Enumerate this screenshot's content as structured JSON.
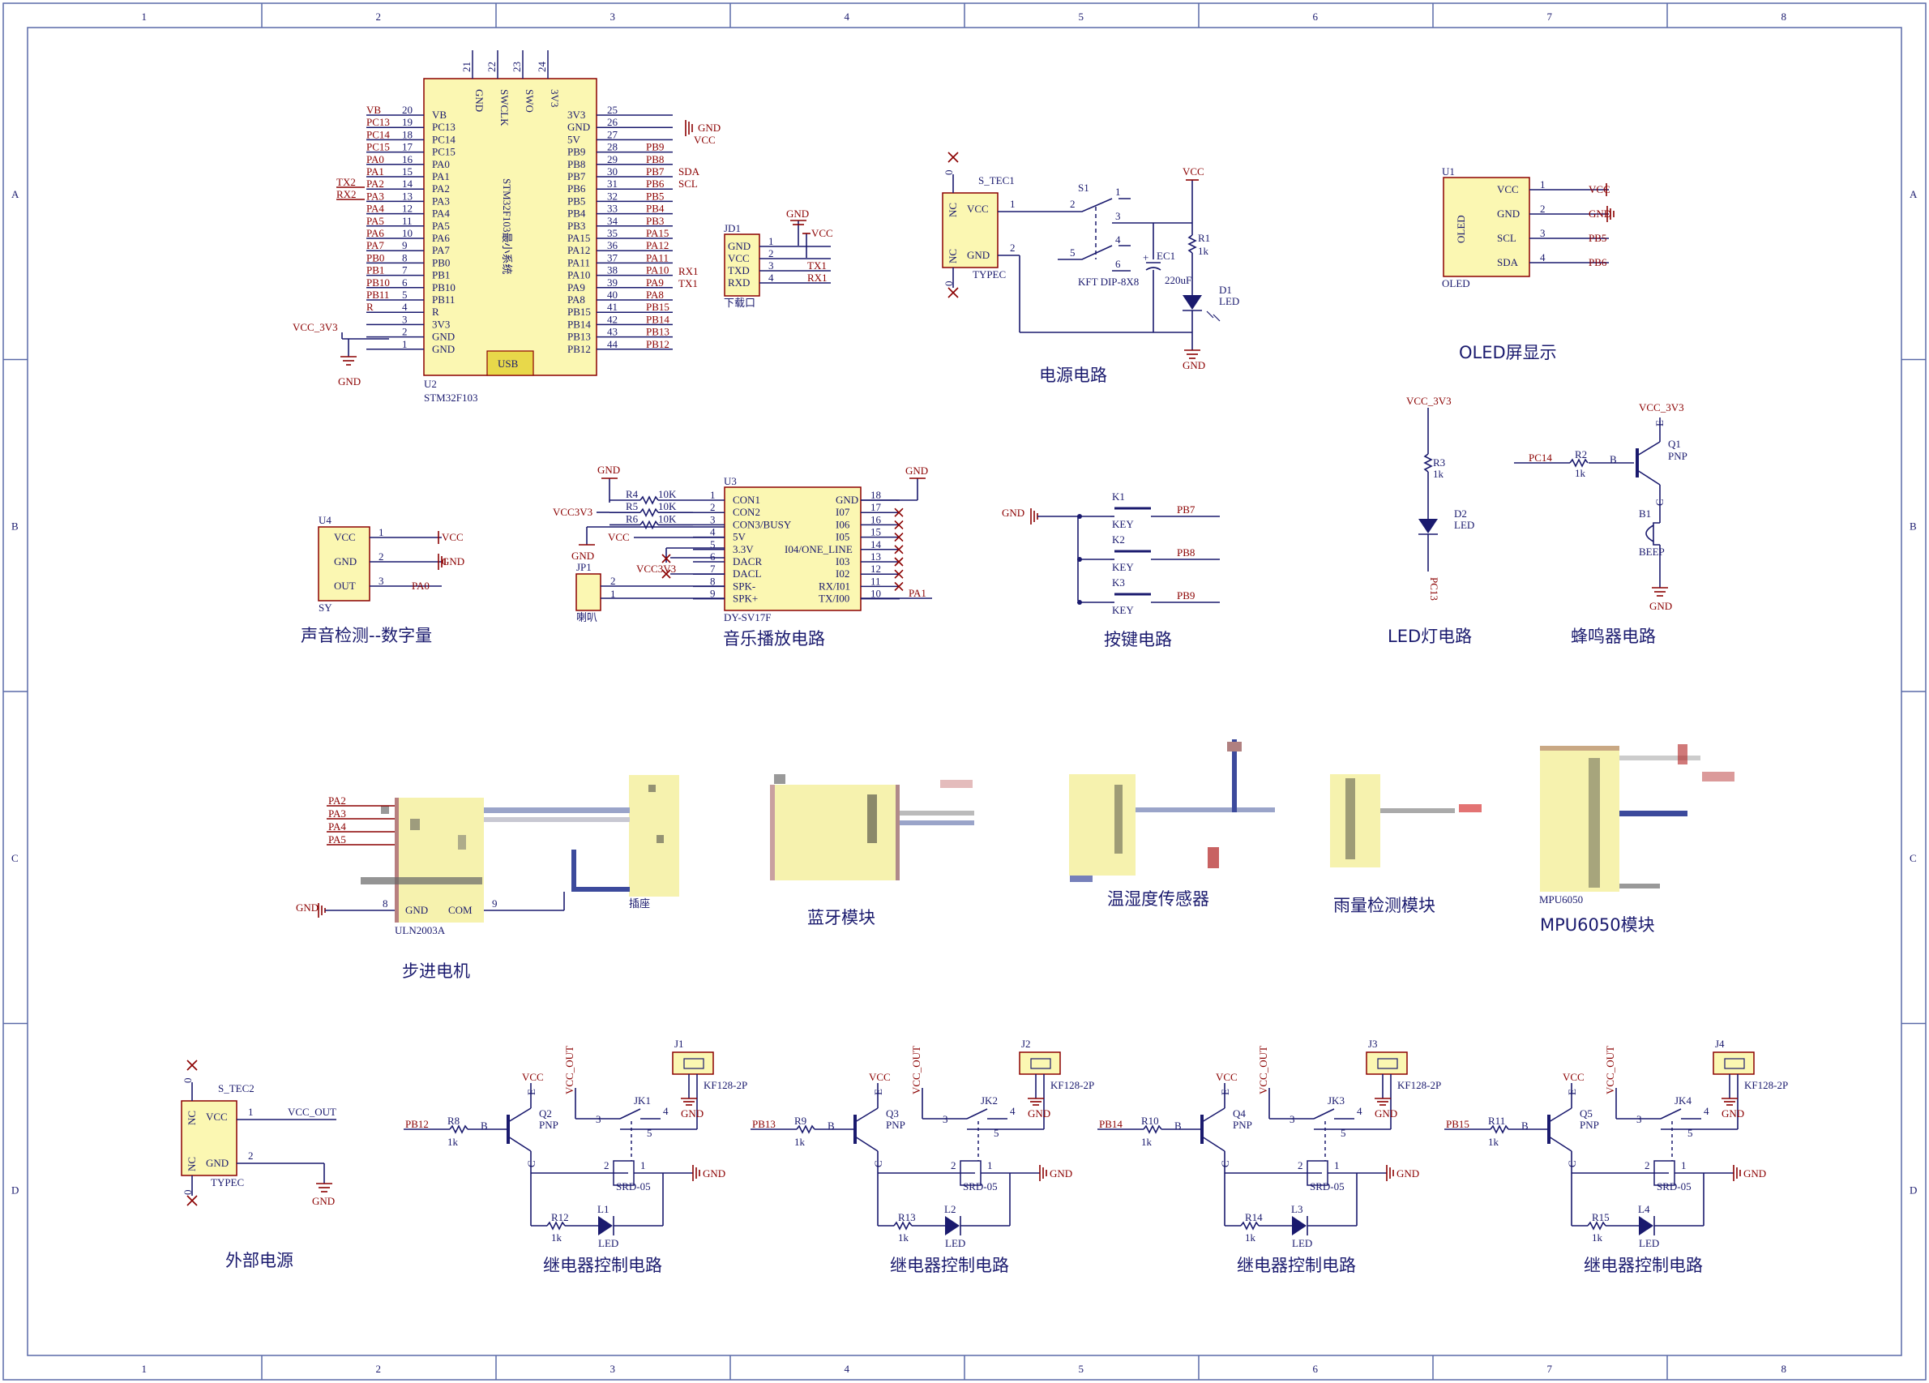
{
  "frame": {
    "columns": [
      "1",
      "2",
      "3",
      "4",
      "5",
      "6",
      "7",
      "8"
    ],
    "rows": [
      "A",
      "B",
      "C",
      "D"
    ]
  },
  "titles": {
    "power": "电源电路",
    "oled": "OLED屏显示",
    "sound": "声音检测--数字量",
    "music": "音乐播放电路",
    "keys": "按键电路",
    "led": "LED灯电路",
    "buzzer": "蜂鸣器电路",
    "stepper": "步进电机",
    "bluetooth": "蓝牙模块",
    "temp": "温湿度传感器",
    "rain": "雨量检测模块",
    "mpu": "MPU6050模块",
    "ext_power": "外部电源",
    "relay": "继电器控制电路"
  },
  "stm32": {
    "designator": "U2",
    "part": "STM32F103",
    "body_text": "STM32F103最小系统",
    "usb": "USB",
    "top_pins": [
      {
        "num": "21",
        "name": "GND"
      },
      {
        "num": "22",
        "name": "SWCLK"
      },
      {
        "num": "23",
        "name": "SWO"
      },
      {
        "num": "24",
        "name": "3V3"
      }
    ],
    "left_pins": [
      {
        "num": "20",
        "name": "VB",
        "net": "VB"
      },
      {
        "num": "19",
        "name": "PC13",
        "net": "PC13"
      },
      {
        "num": "18",
        "name": "PC14",
        "net": "PC14"
      },
      {
        "num": "17",
        "name": "PC15",
        "net": "PC15"
      },
      {
        "num": "16",
        "name": "PA0",
        "net": "PA0"
      },
      {
        "num": "15",
        "name": "PA1",
        "net": "PA1"
      },
      {
        "num": "14",
        "name": "PA2",
        "net": "PA2"
      },
      {
        "num": "13",
        "name": "PA3",
        "net": "PA3"
      },
      {
        "num": "12",
        "name": "PA4",
        "net": "PA4"
      },
      {
        "num": "11",
        "name": "PA5",
        "net": "PA5"
      },
      {
        "num": "10",
        "name": "PA6",
        "net": "PA6"
      },
      {
        "num": "9",
        "name": "PA7",
        "net": "PA7"
      },
      {
        "num": "8",
        "name": "PB0",
        "net": "PB0"
      },
      {
        "num": "7",
        "name": "PB1",
        "net": "PB1"
      },
      {
        "num": "6",
        "name": "PB10",
        "net": "PB10"
      },
      {
        "num": "5",
        "name": "PB11",
        "net": "PB11"
      },
      {
        "num": "4",
        "name": "R",
        "net": "R"
      },
      {
        "num": "3",
        "name": "3V3",
        "net": ""
      },
      {
        "num": "2",
        "name": "GND",
        "net": ""
      },
      {
        "num": "1",
        "name": "GND",
        "net": ""
      }
    ],
    "right_pins": [
      {
        "num": "25",
        "name": "3V3",
        "net": ""
      },
      {
        "num": "26",
        "name": "GND",
        "net": ""
      },
      {
        "num": "27",
        "name": "5V",
        "net": ""
      },
      {
        "num": "28",
        "name": "PB9",
        "net": "PB9"
      },
      {
        "num": "29",
        "name": "PB8",
        "net": "PB8"
      },
      {
        "num": "30",
        "name": "PB7",
        "net": "PB7"
      },
      {
        "num": "31",
        "name": "PB6",
        "net": "PB6"
      },
      {
        "num": "32",
        "name": "PB5",
        "net": "PB5"
      },
      {
        "num": "33",
        "name": "PB4",
        "net": "PB4"
      },
      {
        "num": "34",
        "name": "PB3",
        "net": "PB3"
      },
      {
        "num": "35",
        "name": "PA15",
        "net": "PA15"
      },
      {
        "num": "36",
        "name": "PA12",
        "net": "PA12"
      },
      {
        "num": "37",
        "name": "PA11",
        "net": "PA11"
      },
      {
        "num": "38",
        "name": "PA10",
        "net": "PA10"
      },
      {
        "num": "39",
        "name": "PA9",
        "net": "PA9"
      },
      {
        "num": "40",
        "name": "PA8",
        "net": "PA8"
      },
      {
        "num": "41",
        "name": "PB15",
        "net": "PB15"
      },
      {
        "num": "42",
        "name": "PB14",
        "net": "PB14"
      },
      {
        "num": "43",
        "name": "PB13",
        "net": "PB13"
      },
      {
        "num": "44",
        "name": "PB12",
        "net": "PB12"
      }
    ],
    "extra_left": {
      "tx2": "TX2",
      "rx2": "RX2",
      "vcc3v3": "VCC_3V3",
      "gnd": "GND"
    },
    "extra_right": {
      "gnd": "GND",
      "vcc": "VCC",
      "sda": "SDA",
      "scl": "SCL",
      "rx1": "RX1",
      "tx1": "TX1"
    }
  },
  "jd1": {
    "designator": "JD1",
    "label": "下载口",
    "pins": [
      {
        "num": "1",
        "name": "GND"
      },
      {
        "num": "2",
        "name": "VCC"
      },
      {
        "num": "3",
        "name": "TXD",
        "net": "TX1"
      },
      {
        "num": "4",
        "name": "RXD",
        "net": "RX1"
      }
    ],
    "gnd": "GND",
    "vcc": "VCC"
  },
  "power": {
    "s_tec": "S_TEC1",
    "typec": "TYPEC",
    "nc": "NC",
    "vcc": "VCC",
    "gnd": "GND",
    "pin1": "1",
    "pin2": "2",
    "zero": "0",
    "switch": "S1",
    "switch_part": "KFT DIP-8X8",
    "switch_pins": [
      "1",
      "2",
      "3",
      "4",
      "5",
      "6"
    ],
    "cap": "EC1",
    "cap_val": "220uF",
    "res": "R1",
    "res_val": "1k",
    "led": "D1",
    "led_val": "LED",
    "vcc_top": "VCC",
    "gnd_bot": "GND"
  },
  "oled": {
    "designator": "U1",
    "part": "OLED",
    "body": "OLED",
    "pins": [
      {
        "num": "1",
        "name": "VCC",
        "net": "VCC"
      },
      {
        "num": "2",
        "name": "GND",
        "net": "GND"
      },
      {
        "num": "3",
        "name": "SCL",
        "net": "PB5"
      },
      {
        "num": "4",
        "name": "SDA",
        "net": "PB6"
      }
    ]
  },
  "sound": {
    "designator": "U4",
    "part": "SY",
    "pins": [
      {
        "num": "1",
        "name": "VCC",
        "net": "VCC"
      },
      {
        "num": "2",
        "name": "GND",
        "net": "GND"
      },
      {
        "num": "3",
        "name": "OUT",
        "net": "PA0"
      }
    ]
  },
  "music": {
    "designator": "U3",
    "part": "DY-SV17F",
    "left_pins": [
      {
        "num": "1",
        "name": "CON1"
      },
      {
        "num": "2",
        "name": "CON2"
      },
      {
        "num": "3",
        "name": "CON3/BUSY"
      },
      {
        "num": "4",
        "name": "5V"
      },
      {
        "num": "5",
        "name": "3.3V"
      },
      {
        "num": "6",
        "name": "DACR"
      },
      {
        "num": "7",
        "name": "DACL"
      },
      {
        "num": "8",
        "name": "SPK-"
      },
      {
        "num": "9",
        "name": "SPK+"
      }
    ],
    "right_pins": [
      {
        "num": "18",
        "name": "GND"
      },
      {
        "num": "17",
        "name": "I07"
      },
      {
        "num": "16",
        "name": "I06"
      },
      {
        "num": "15",
        "name": "I05"
      },
      {
        "num": "14",
        "name": "I04/ONE_LINE"
      },
      {
        "num": "13",
        "name": "I03"
      },
      {
        "num": "12",
        "name": "I02"
      },
      {
        "num": "11",
        "name": "RX/I01"
      },
      {
        "num": "10",
        "name": "TX/I00"
      }
    ],
    "resistors": [
      {
        "des": "R4",
        "val": "10K"
      },
      {
        "des": "R5",
        "val": "10K"
      },
      {
        "des": "R6",
        "val": "10K"
      }
    ],
    "nets": {
      "gnd": "GND",
      "vcc3v3": "VCC3V3",
      "vcc": "VCC",
      "vcc3v3b": "VCC3V3",
      "pa1": "PA1",
      "gnd2": "GND"
    },
    "jp1": "JP1",
    "jp1_label": "喇叭",
    "jp1_pins": [
      "2",
      "1"
    ]
  },
  "keys": {
    "gnd": "GND",
    "items": [
      {
        "des": "K1",
        "part": "KEY",
        "net": "PB7"
      },
      {
        "des": "K2",
        "part": "KEY",
        "net": "PB8"
      },
      {
        "des": "K3",
        "part": "KEY",
        "net": "PB9"
      }
    ]
  },
  "led_circuit": {
    "vcc": "VCC_3V3",
    "res": "R3",
    "res_val": "1k",
    "led": "D2",
    "led_val": "LED",
    "net": "PC13"
  },
  "buzzer": {
    "vcc": "VCC_3V3",
    "net": "PC14",
    "res": "R2",
    "res_val": "1k",
    "b": "B",
    "q": "Q1",
    "q_part": "PNP",
    "e": "E",
    "c": "C",
    "beep": "B1",
    "beep_part": "BEEP",
    "gnd": "GND"
  },
  "stepper": {
    "nets": [
      "PA2",
      "PA3",
      "PA4",
      "PA5"
    ],
    "part": "ULN2003A",
    "gnd_pin": "GND",
    "com_pin": "COM",
    "pin8": "8",
    "pin9": "9",
    "gnd": "GND",
    "socket": "插座"
  },
  "mpu": {
    "part": "MPU6050"
  },
  "ext_power": {
    "s_tec": "S_TEC2",
    "typec": "TYPEC",
    "nc": "NC",
    "vcc": "VCC",
    "gnd": "GND",
    "pin1": "1",
    "pin2": "2",
    "zero": "0",
    "vcc_out": "VCC_OUT",
    "gnd_net": "GND"
  },
  "relays": [
    {
      "net": "PB12",
      "r": "R8",
      "q": "Q2",
      "jk": "JK1",
      "j": "J1",
      "rl": "R12",
      "led": "L1"
    },
    {
      "net": "PB13",
      "r": "R9",
      "q": "Q3",
      "jk": "JK2",
      "j": "J2",
      "rl": "R13",
      "led": "L2"
    },
    {
      "net": "PB14",
      "r": "R10",
      "q": "Q4",
      "jk": "JK3",
      "j": "J3",
      "rl": "R14",
      "led": "L3"
    },
    {
      "net": "PB15",
      "r": "R11",
      "q": "Q5",
      "jk": "JK4",
      "j": "J4",
      "rl": "R15",
      "led": "L4"
    }
  ],
  "relay_common": {
    "vcc": "VCC",
    "vcc_out": "VCC_OUT",
    "pnp": "PNP",
    "k1": "1k",
    "b": "B",
    "e": "E",
    "c": "C",
    "srd": "SRD-05",
    "led": "LED",
    "kf": "KF128-2P",
    "gnd": "GND",
    "pins": [
      "1",
      "2",
      "3",
      "4",
      "5"
    ]
  }
}
